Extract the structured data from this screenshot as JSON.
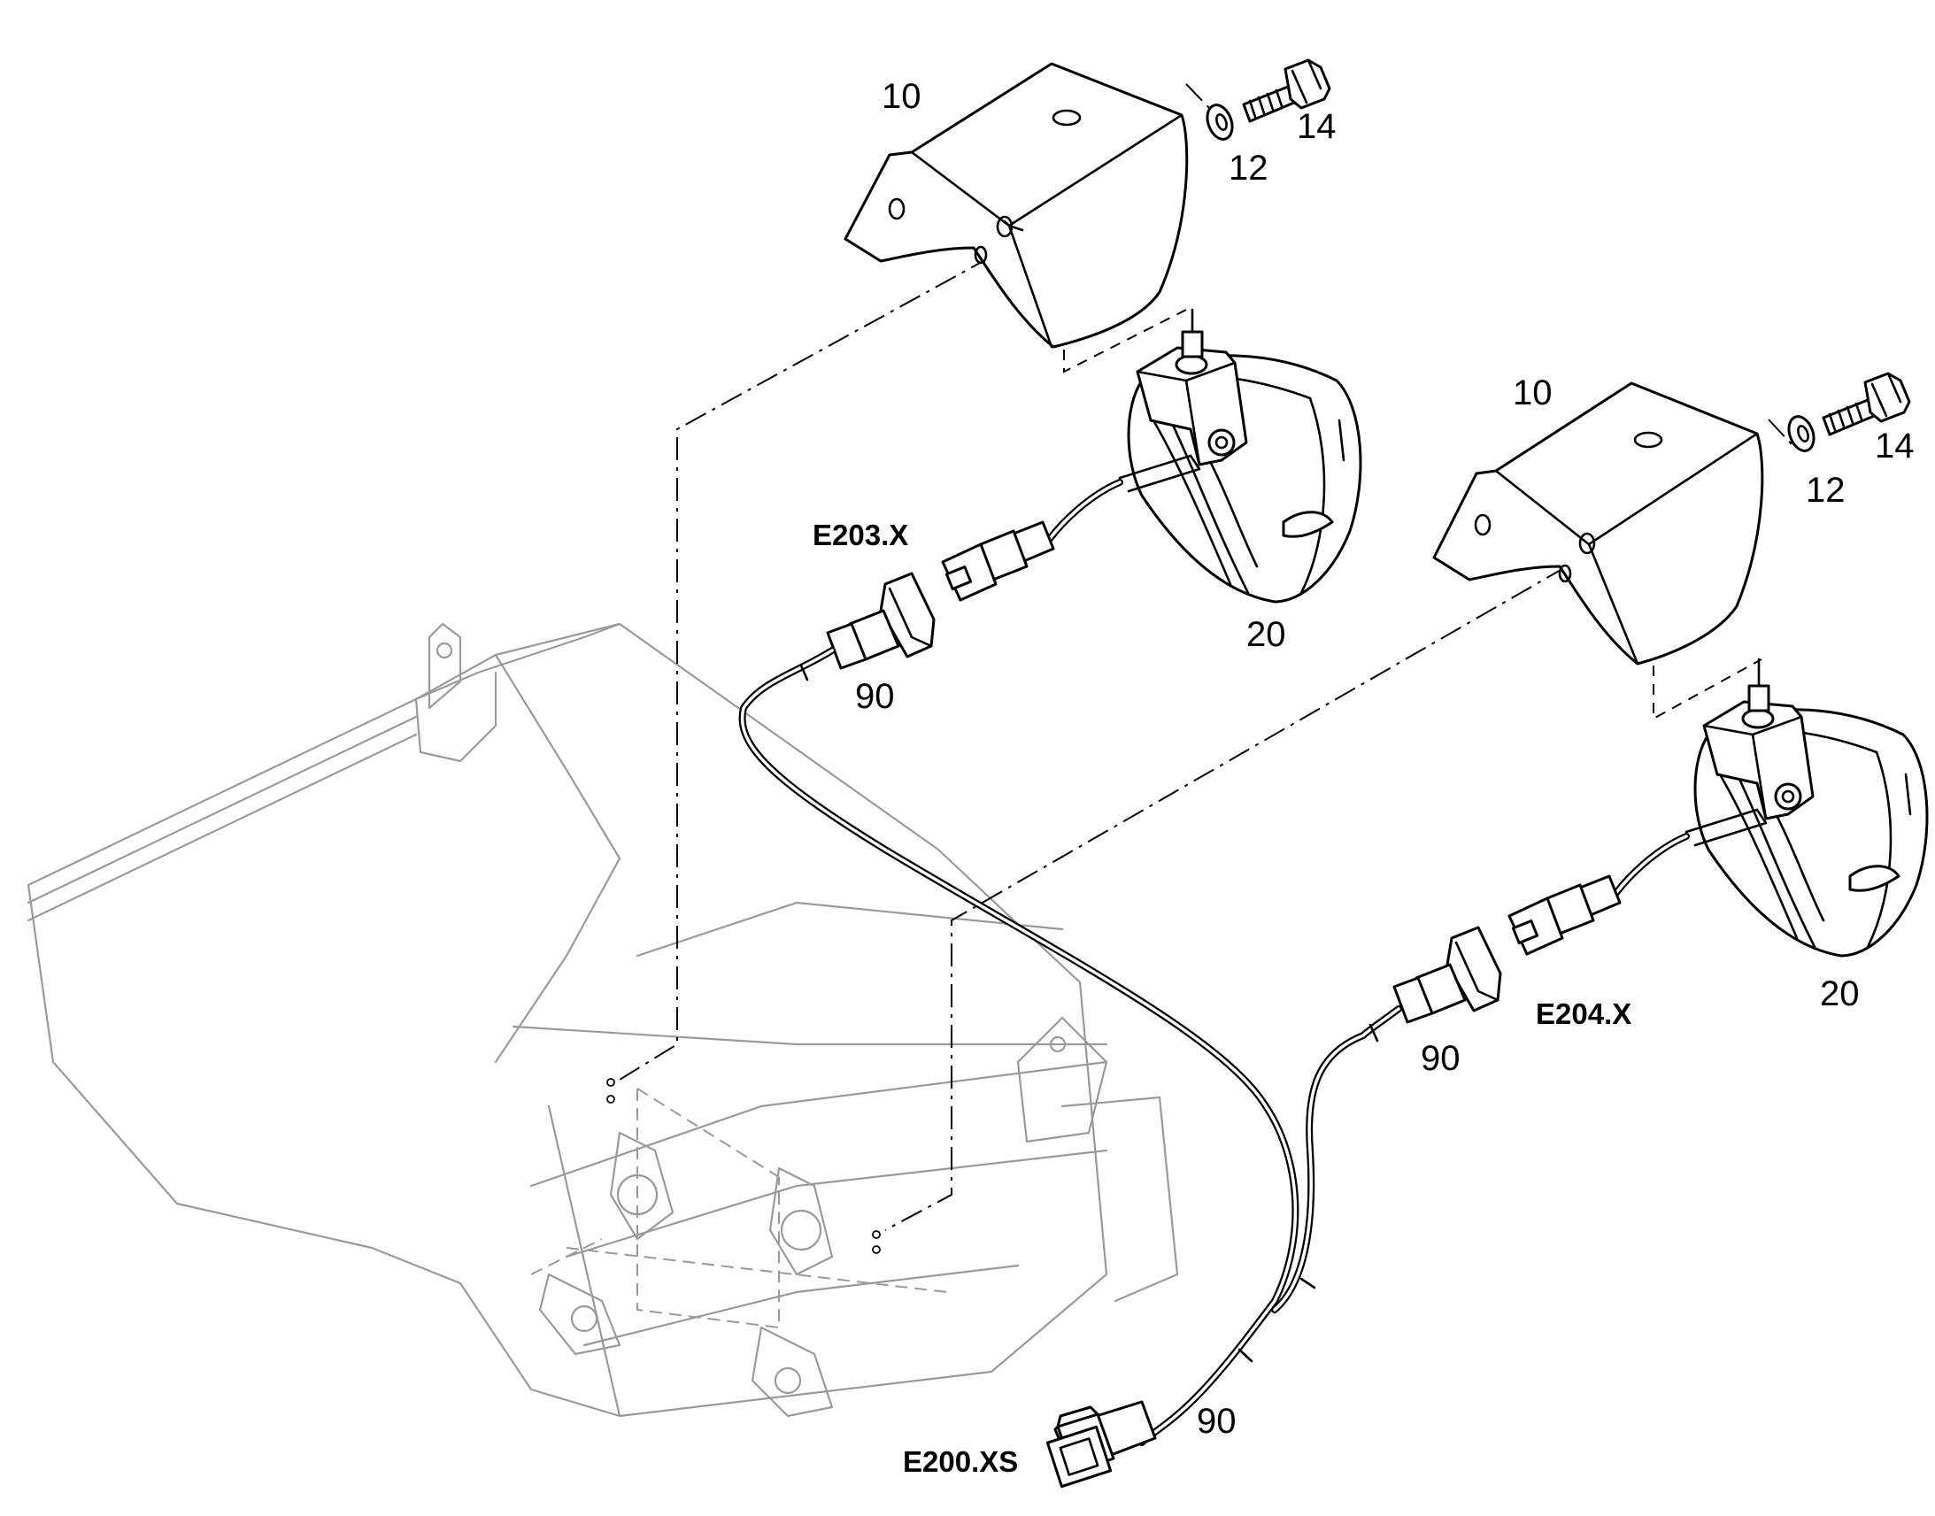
{
  "callouts": {
    "bracket_left": "10",
    "bracket_right": "10",
    "washer_left": "12",
    "washer_right": "12",
    "bolt_left": "14",
    "bolt_right": "14",
    "lamp_left": "20",
    "lamp_right": "20",
    "harness_left": "90",
    "harness_right": "90",
    "harness_main": "90"
  },
  "connectors": {
    "left_lamp": "E203.X",
    "right_lamp": "E204.X",
    "main": "E200.XS"
  },
  "icons": {
    "bracket": "mounting-bracket-icon",
    "lamp": "work-lamp-icon",
    "bolt": "hex-bolt-icon",
    "washer": "washer-icon",
    "plug": "connector-plug-icon"
  }
}
